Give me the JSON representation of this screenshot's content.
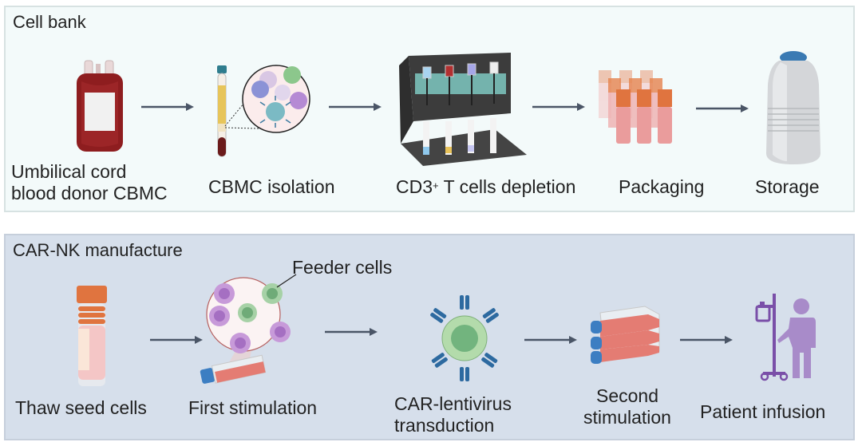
{
  "panels": {
    "cell_bank": {
      "title": "Cell bank",
      "steps": [
        {
          "label_line1": "Umbilical cord",
          "label_line2": "blood donor CBMC",
          "icon": "blood-bag-icon"
        },
        {
          "label": "CBMC isolation",
          "icon": "blood-tube-with-cells-icon"
        },
        {
          "label_pre": "CD3",
          "label_sup": "+",
          "label_post": " T cells depletion",
          "icon": "separation-rack-icon"
        },
        {
          "label": "Packaging",
          "icon": "cryovials-icon"
        },
        {
          "label": "Storage",
          "icon": "dewar-tank-icon"
        }
      ]
    },
    "car_nk": {
      "title": "CAR-NK manufacture",
      "annotation": "Feeder cells",
      "steps": [
        {
          "label": "Thaw seed cells",
          "icon": "cryovial-icon"
        },
        {
          "label": "First stimulation",
          "icon": "flask-with-feeder-cells-icon"
        },
        {
          "label_line1": "CAR-lentivirus",
          "label_line2": "transduction",
          "icon": "nk-cell-with-lentivirus-icon"
        },
        {
          "label_line1": "Second",
          "label_line2": "stimulation",
          "icon": "stacked-flasks-icon"
        },
        {
          "label": "Patient infusion",
          "icon": "patient-iv-icon"
        }
      ]
    }
  },
  "colors": {
    "arrow": "#4a5566",
    "bank_bg": "#f3fafa",
    "mfg_bg": "#d6dfeb",
    "orange_cap": "#e0743f",
    "purple": "#8a5fb0"
  }
}
